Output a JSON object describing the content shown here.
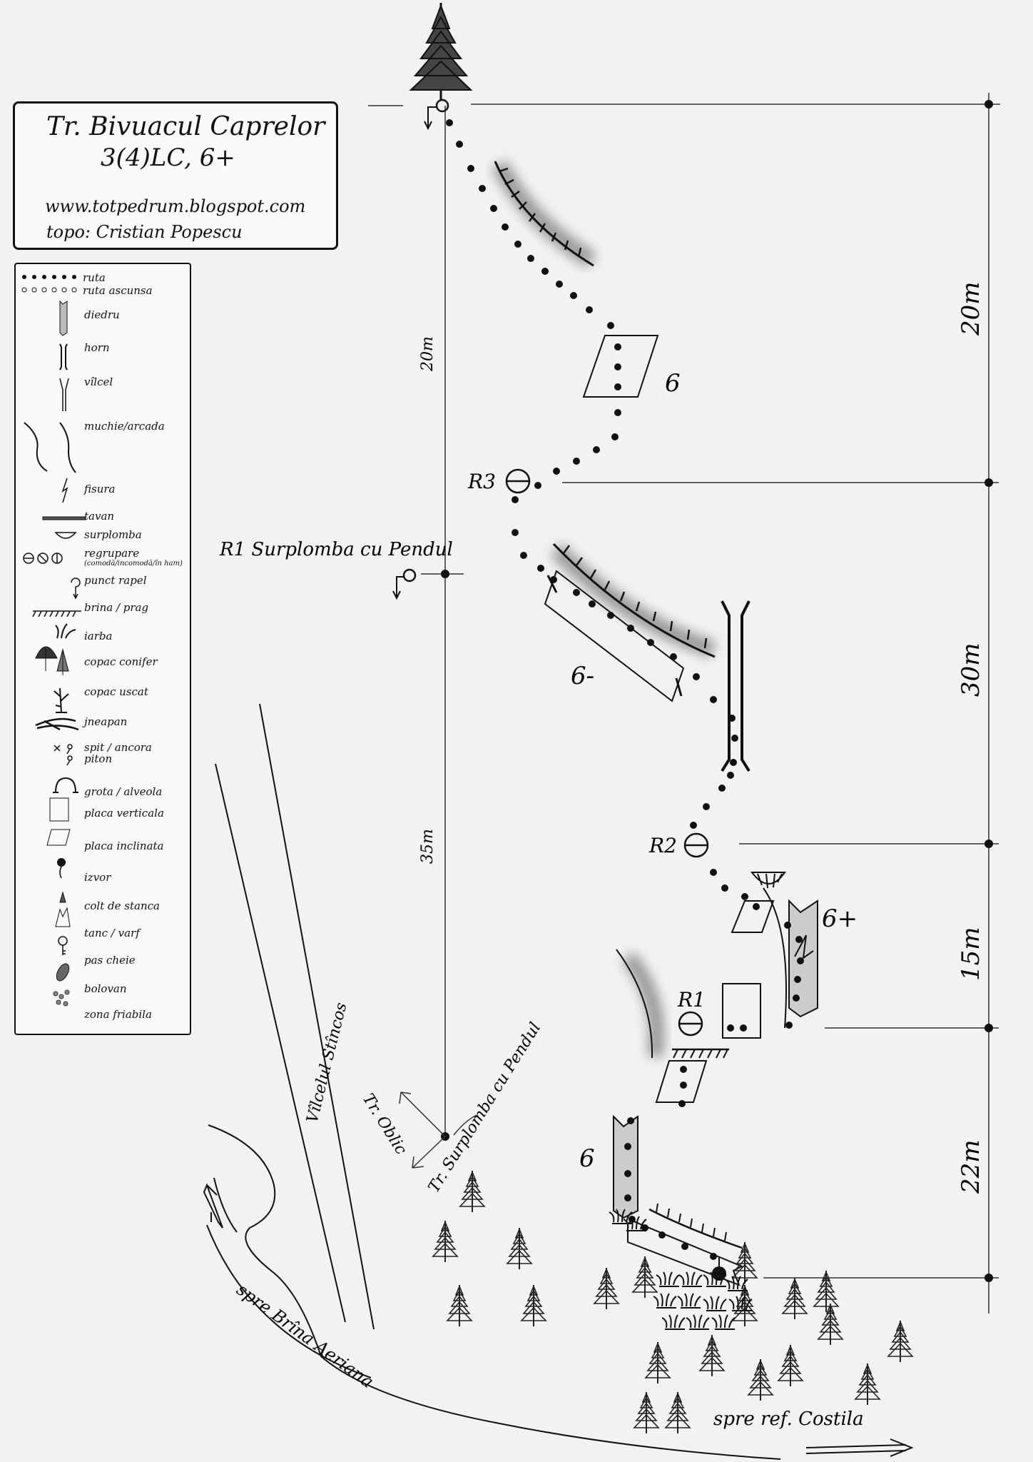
{
  "title": {
    "route": "Tr. Bivuacul Caprelor",
    "grade": "3(4)LC, 6+",
    "website": "www.totpedrum.blogspot.com",
    "credit": "topo: Cristian Popescu"
  },
  "legend": [
    {
      "icon": "dotted-line-icon",
      "label": "ruta"
    },
    {
      "icon": "open-dots-icon",
      "label": "ruta ascunsa"
    },
    {
      "icon": "diedru-icon",
      "label": "diedru"
    },
    {
      "icon": "horn-icon",
      "label": "horn"
    },
    {
      "icon": "vilcel-icon",
      "label": "vîlcel"
    },
    {
      "icon": "arete-icon",
      "label": "muchie/arcada"
    },
    {
      "icon": "crack-icon",
      "label": "fisura"
    },
    {
      "icon": "roof-icon",
      "label": "tavan"
    },
    {
      "icon": "overhang-icon",
      "label": "surplomba"
    },
    {
      "icon": "belay-icon",
      "label": "regrupare"
    },
    {
      "icon": "rappel-icon",
      "label": "punct rapel"
    },
    {
      "icon": "ledge-icon",
      "label": "brina / prag"
    },
    {
      "icon": "grass-icon",
      "label": "iarba"
    },
    {
      "icon": "tree-icon",
      "label": "copac  conifer"
    },
    {
      "icon": "dead-tree-icon",
      "label": "copac uscat"
    },
    {
      "icon": "juniper-icon",
      "label": "jneapan"
    },
    {
      "icon": "bolt-icon",
      "label": "spit / ancora"
    },
    {
      "icon": "piton-icon",
      "label": "piton"
    },
    {
      "icon": "cave-icon",
      "label": "grota / alveola"
    },
    {
      "icon": "vertical-slab-icon",
      "label": "placa verticala"
    },
    {
      "icon": "inclined-slab-icon",
      "label": "placa inclinata"
    },
    {
      "icon": "spring-icon",
      "label": "izvor"
    },
    {
      "icon": "pinnacle-icon",
      "label": "colt de stanca"
    },
    {
      "icon": "peak-icon",
      "label": "tanc / varf"
    },
    {
      "icon": "key-icon",
      "label": "pas cheie"
    },
    {
      "icon": "boulder-icon",
      "label": "bolovan"
    },
    {
      "icon": "loose-rock-icon",
      "label": "zona friabila"
    }
  ],
  "legend_belay_note": "(comodă/incomodă/în ham)",
  "pitch_lengths": [
    "20m",
    "30m",
    "15m",
    "22m"
  ],
  "left_scale": [
    "20m",
    "35m"
  ],
  "grades": [
    "6",
    "6-",
    "6+",
    "6"
  ],
  "belays": [
    "R3",
    "R2",
    "R1"
  ],
  "labels": {
    "r1_surplomba": "R1 Surplomba cu Pendul",
    "valley": "Vîlcelul Stîncos",
    "tr_oblic": "Tr. Oblic",
    "tr_surplomba": "Tr. Surplomba cu Pendul",
    "spre_brina": "spre Brîna Aeriana",
    "spre_costila": "spre ref. Costila"
  }
}
